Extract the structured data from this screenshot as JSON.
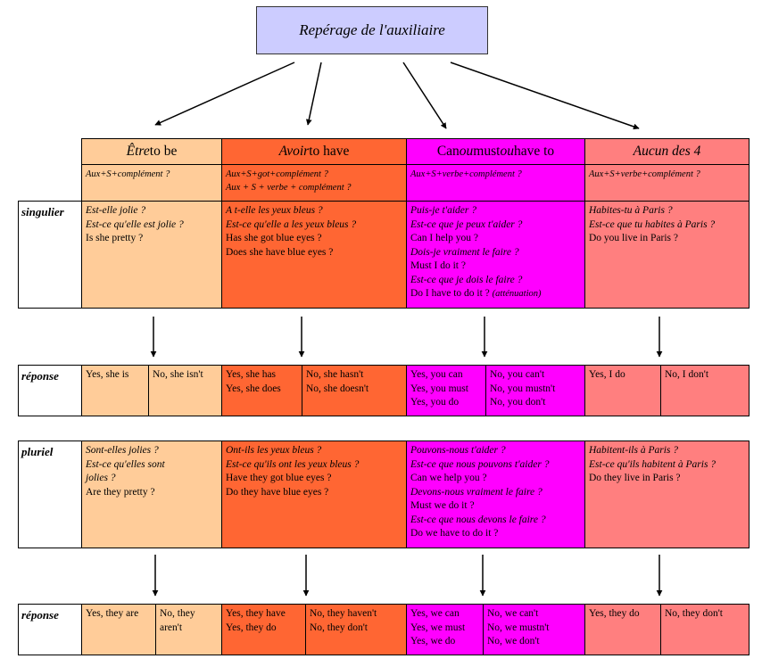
{
  "title": "Repérage de l'auxiliaire",
  "headers": [
    {
      "em": "Être",
      "rest": " to be"
    },
    {
      "em": "Avoir",
      "rest": " to have"
    },
    {
      "pre": "Can ",
      "em1": "ou",
      "mid": " must ",
      "em2": "ou",
      "post": " have to"
    },
    {
      "em": "Aucun des 4",
      "rest": ""
    }
  ],
  "forms": [
    [
      "Aux+S+complément ?"
    ],
    [
      "Aux+S+got+complément ?",
      "Aux + S + verbe + complément ?"
    ],
    [
      "Aux+S+verbe+complément ?"
    ],
    [
      "Aux+S+verbe+complément ?"
    ]
  ],
  "row_labels": {
    "singulier": "singulier",
    "reponse": "réponse",
    "pluriel": "pluriel"
  },
  "singulier": [
    [
      "Est-elle jolie ?",
      "Est-ce qu'elle est jolie ?",
      "Is she pretty ?"
    ],
    [
      "A t-elle les yeux bleus ?",
      "Est-ce qu'elle a les yeux bleus ?",
      "Has she got blue eyes ?",
      "Does she have blue eyes ?"
    ],
    [
      "Puis-je t'aider ?",
      "Est-ce que je peux t'aider ?",
      "Can I help you ?",
      "Dois-je vraiment le faire ?",
      "Must I do it ?",
      "Est-ce que je dois le faire ?",
      "Do I have to do it ?",
      "(atténuation)"
    ],
    [
      "Habites-tu à Paris ?",
      "Est-ce que tu habites à Paris ?",
      "Do you live in Paris ?"
    ]
  ],
  "reponse1": [
    [
      [
        "Yes, she is"
      ],
      [
        "No, she isn't"
      ]
    ],
    [
      [
        "Yes, she has",
        "Yes, she does"
      ],
      [
        "No, she hasn't",
        "No, she doesn't"
      ]
    ],
    [
      [
        "Yes, you can",
        "Yes, you must",
        "Yes, you do"
      ],
      [
        "No, you can't",
        "No, you mustn't",
        "No, you don't"
      ]
    ],
    [
      [
        "Yes, I do"
      ],
      [
        "No, I don't"
      ]
    ]
  ],
  "pluriel": [
    [
      "Sont-elles jolies ?",
      "Est-ce qu'elles sont",
      "jolies ?",
      "Are they pretty ?"
    ],
    [
      "Ont-ils les yeux bleus ?",
      "Est-ce qu'ils ont les yeux bleus ?",
      "Have they got blue eyes ?",
      "Do they have blue eyes ?"
    ],
    [
      "Pouvons-nous t'aider ?",
      "Est-ce que nous pouvons t'aider ?",
      "Can we help you ?",
      "Devons-nous vraiment le faire ?",
      "Must we do it ?",
      "Est-ce que nous devons le faire ?",
      "Do we have to do it ?"
    ],
    [
      "Habitent-ils à Paris ?",
      "Est-ce qu'ils habitent à Paris ?",
      "Do they live in Paris ?"
    ]
  ],
  "reponse2": [
    [
      [
        "Yes, they are"
      ],
      [
        "No, they",
        "aren't"
      ]
    ],
    [
      [
        "Yes, they have",
        "Yes, they do"
      ],
      [
        "No, they haven't",
        "No, they don't"
      ]
    ],
    [
      [
        "Yes, we can",
        "Yes, we must",
        "Yes, we do"
      ],
      [
        "No, we can't",
        "No, we mustn't",
        "No, we don't"
      ]
    ],
    [
      [
        "Yes, they do"
      ],
      [
        "No, they don't"
      ]
    ]
  ],
  "colors": {
    "etre": "#ffcc99",
    "avoir": "#ff6633",
    "modal": "#ff00ff",
    "aucun": "#ff7f7f",
    "title": "#ccccff"
  }
}
